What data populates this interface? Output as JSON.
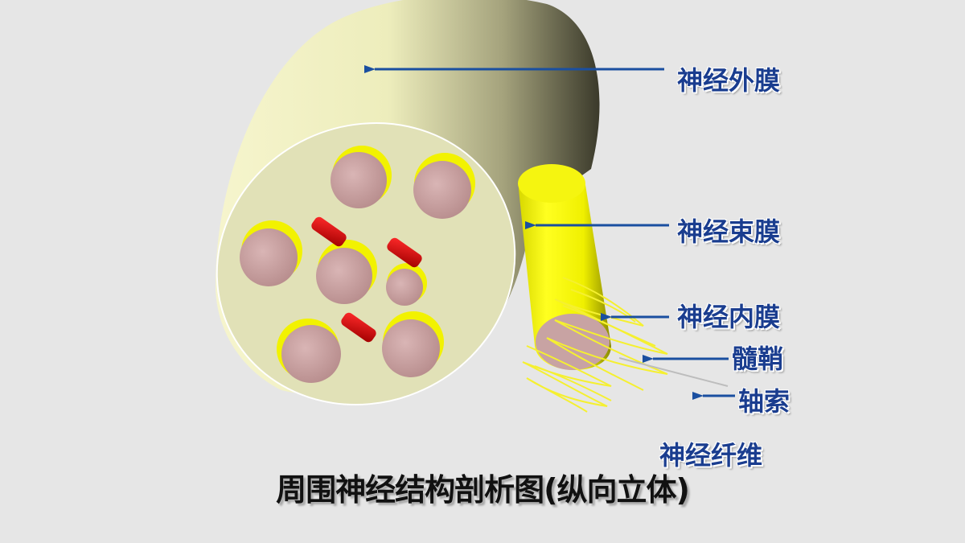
{
  "title": "周围神经结构剖析图(纵向立体)",
  "labels": {
    "epineurium": "神经外膜",
    "perineurium": "神经束膜",
    "endoneurium": "神经内膜",
    "myelin_sheath": "髓鞘",
    "axon": "轴索",
    "nerve_fiber": "神经纤维"
  },
  "colors": {
    "background": "#e6e6e6",
    "epineurium": "#f3f2c4",
    "cut_face": "#e1e1b7",
    "fascicle": "#c8a3a3",
    "perineurium": "#f2f200",
    "blood_vessel": "#d40000",
    "label_text": "#1a3d8f",
    "arrow": "#1a4fa0"
  }
}
